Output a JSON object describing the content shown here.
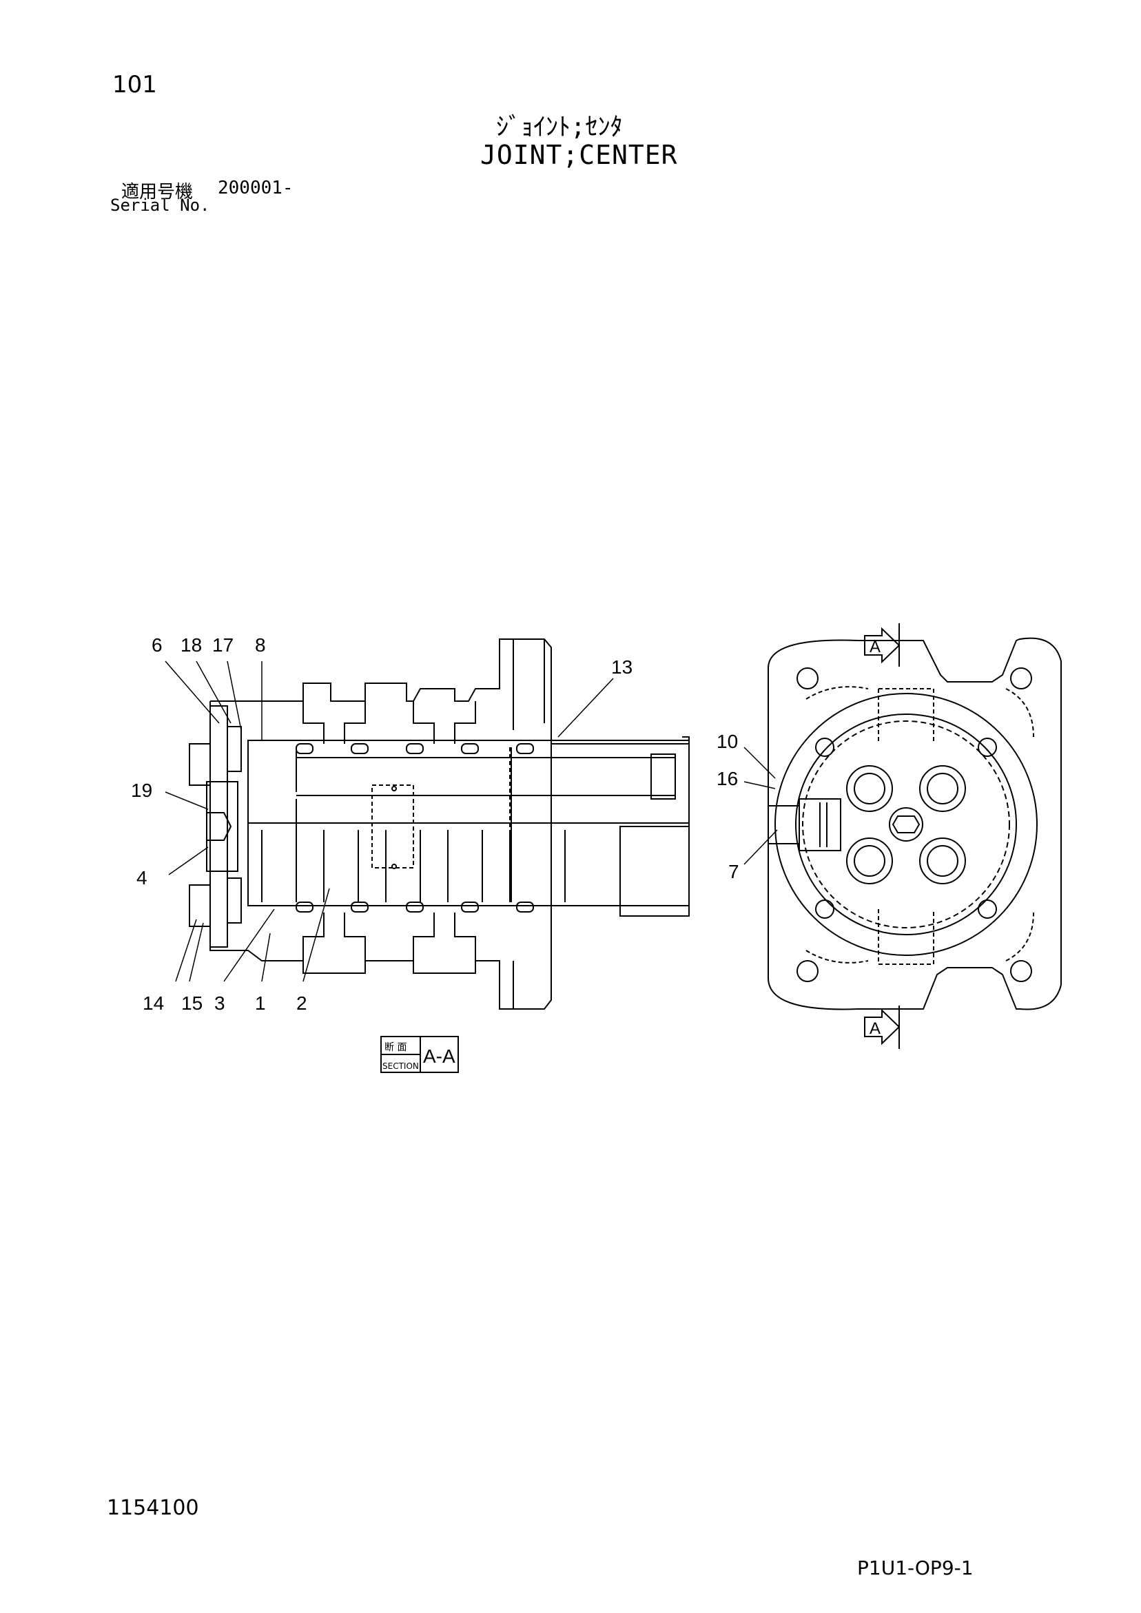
{
  "header": {
    "page_number": "101",
    "title_jp": "ｼﾞｮｲﾝﾄ;ｾﾝﾀ",
    "title_en": "JOINT;CENTER",
    "serial_label_jp": "適用号機",
    "serial_value": "200001-",
    "serial_label_en": "Serial No."
  },
  "callouts": {
    "c6": "6",
    "c18": "18",
    "c17": "17",
    "c8": "8",
    "c13": "13",
    "c19": "19",
    "c4": "4",
    "c14": "14",
    "c15": "15",
    "c3": "3",
    "c1": "1",
    "c2": "2",
    "c10": "10",
    "c16": "16",
    "c7": "7"
  },
  "section": {
    "jp": "断 面",
    "en": "SECTION",
    "id": "A-A",
    "arrow_label": "A"
  },
  "footer": {
    "drawing_number": "1154100",
    "page_code": "P1U1-OP9-1"
  }
}
